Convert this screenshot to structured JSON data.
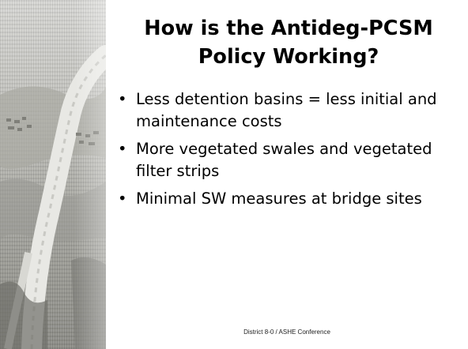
{
  "slide": {
    "title_line1": "How is the Antideg-PCSM",
    "title_line2": "Policy Working?",
    "bullets": [
      "Less detention basins = less initial and maintenance costs",
      "More vegetated swales and vegetated filter strips",
      "Minimal SW measures at bridge sites"
    ],
    "footer": "District 8-0 / ASHE Conference",
    "bullet_glyph": "•"
  },
  "photo": {
    "tone": "#b5b5b0",
    "subject": "aerial-highway-image"
  }
}
